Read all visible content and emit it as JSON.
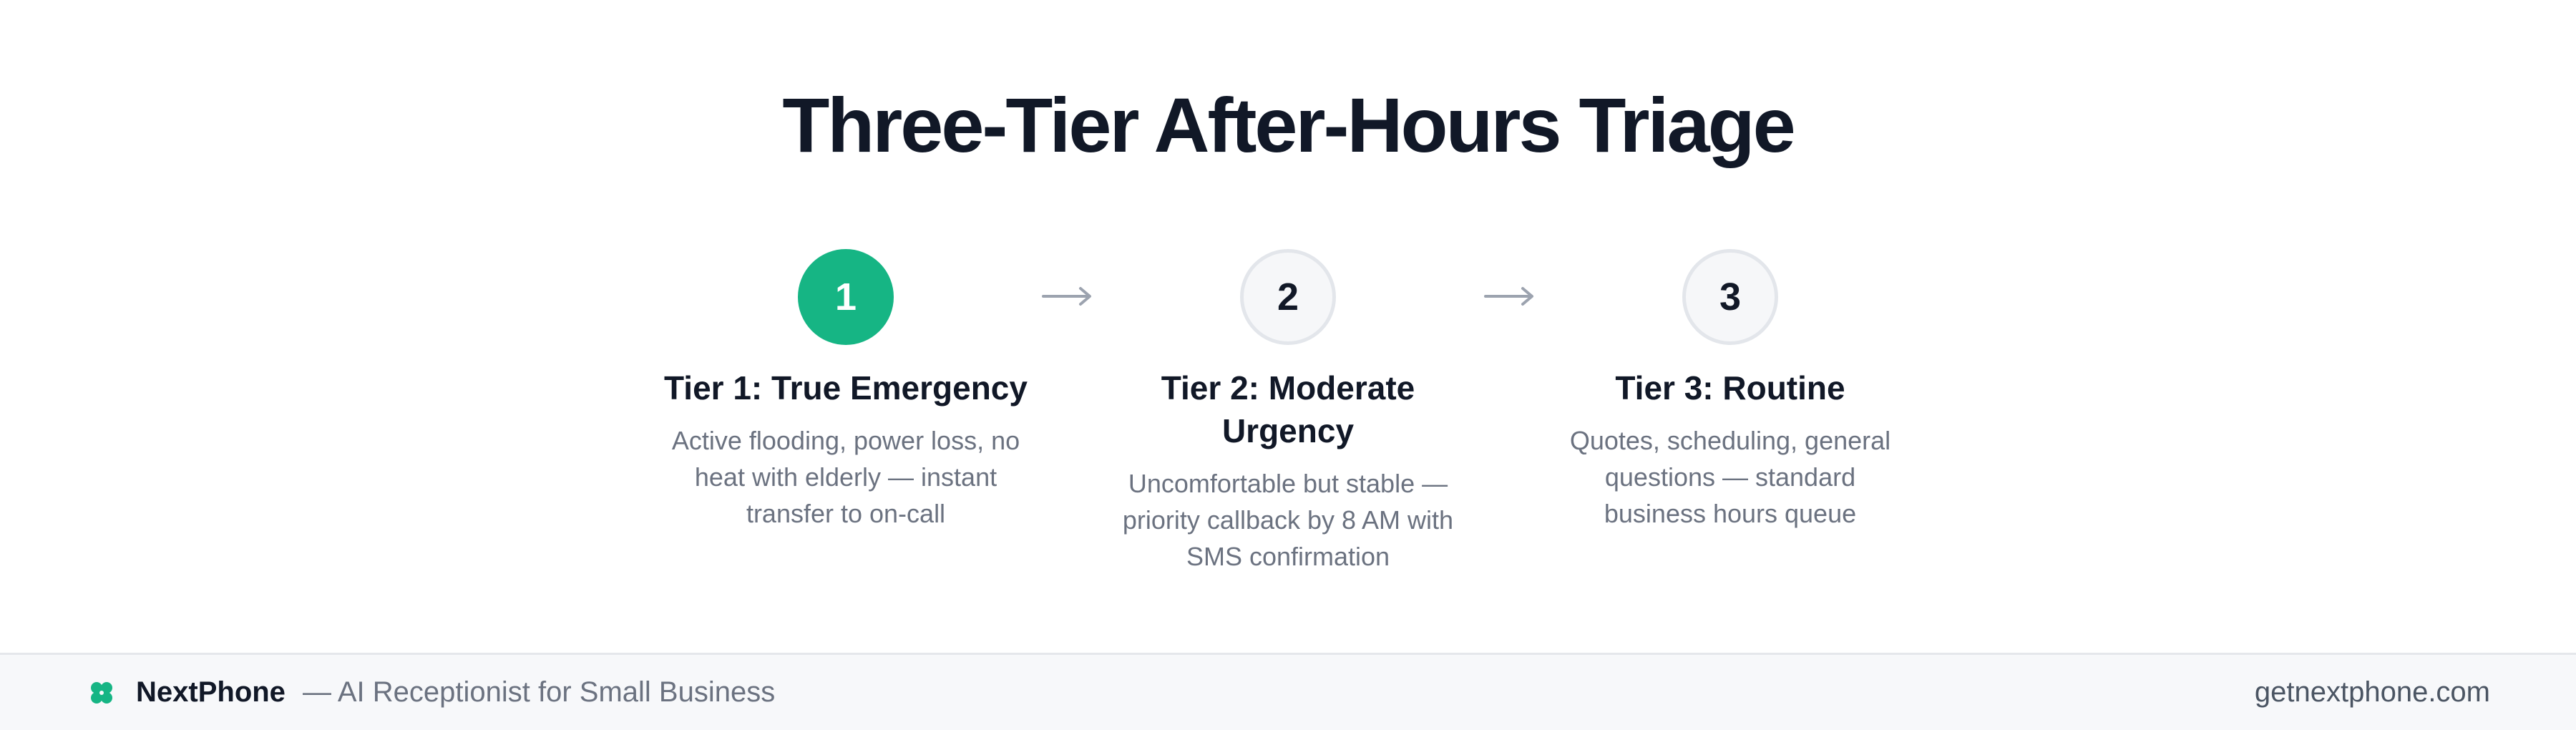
{
  "title": "Three-Tier After-Hours Triage",
  "colors": {
    "accent": "#16b584",
    "heading": "#111827",
    "body_text": "#6b7280",
    "inactive_circle_bg": "#f6f7f9",
    "inactive_circle_border": "#e3e6eb",
    "arrow": "#9ca3af",
    "footer_bg": "#f7f8fa"
  },
  "steps": [
    {
      "number": "1",
      "title": "Tier 1: True Emergency",
      "description": "Active flooding, power loss, no heat with elderly — instant transfer to on-call",
      "state": "active"
    },
    {
      "number": "2",
      "title": "Tier 2: Moderate Urgency",
      "description": "Uncomfortable but stable — priority callback by 8 AM with SMS confirmation",
      "state": "inactive"
    },
    {
      "number": "3",
      "title": "Tier 3: Routine",
      "description": "Quotes, scheduling, general questions — standard business hours queue",
      "state": "inactive"
    }
  ],
  "connector_icon": "arrow-right-icon",
  "footer": {
    "logo_icon": "clover-logo-icon",
    "brand": "NextPhone",
    "tagline": "— AI Receptionist for Small Business",
    "domain": "getnextphone.com"
  }
}
